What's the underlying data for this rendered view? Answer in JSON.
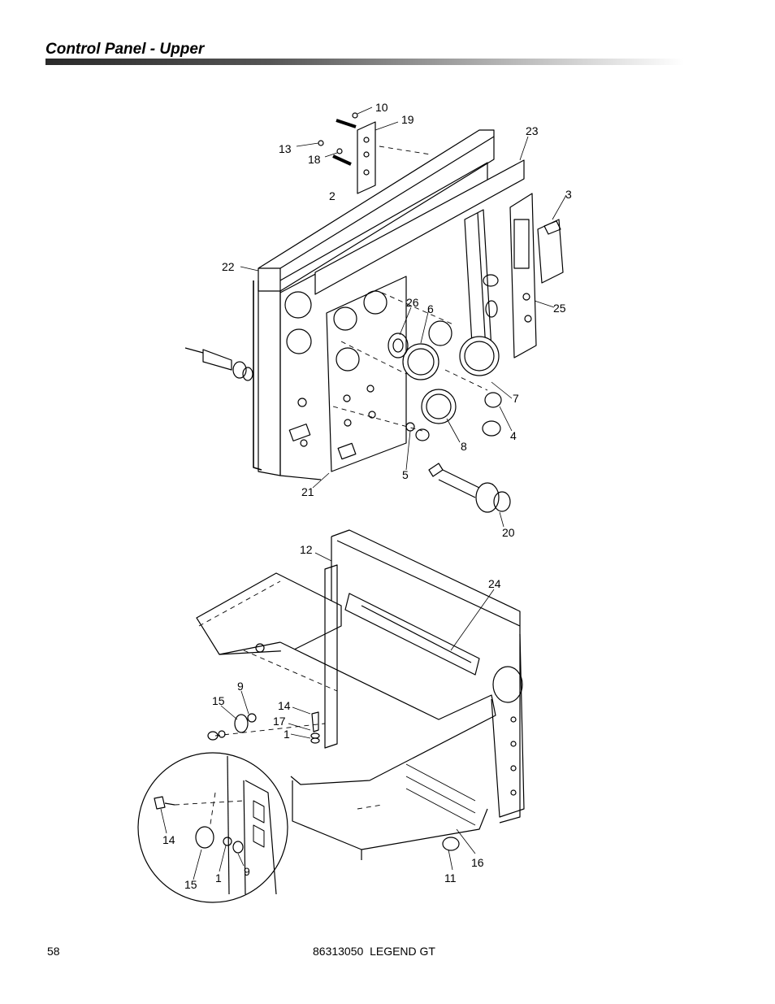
{
  "header": {
    "title": "Control Panel - Upper"
  },
  "callouts": {
    "c10": "10",
    "c19": "19",
    "c23": "23",
    "c13": "13",
    "c18": "18",
    "c2": "2",
    "c3": "3",
    "c22": "22",
    "c26": "26",
    "c6": "6",
    "c25": "25",
    "c7": "7",
    "c4": "4",
    "c8": "8",
    "c5": "5",
    "c21": "21",
    "c20": "20",
    "c12": "12",
    "c24": "24",
    "c9": "9",
    "c15": "15",
    "c14": "14",
    "c17": "17",
    "c1": "1",
    "c14b": "14",
    "c15b": "15",
    "c1b": "1",
    "c9b": "9",
    "c11": "11",
    "c16": "16"
  },
  "footer": {
    "page_number": "58",
    "document": "86313050  LEGEND GT"
  }
}
